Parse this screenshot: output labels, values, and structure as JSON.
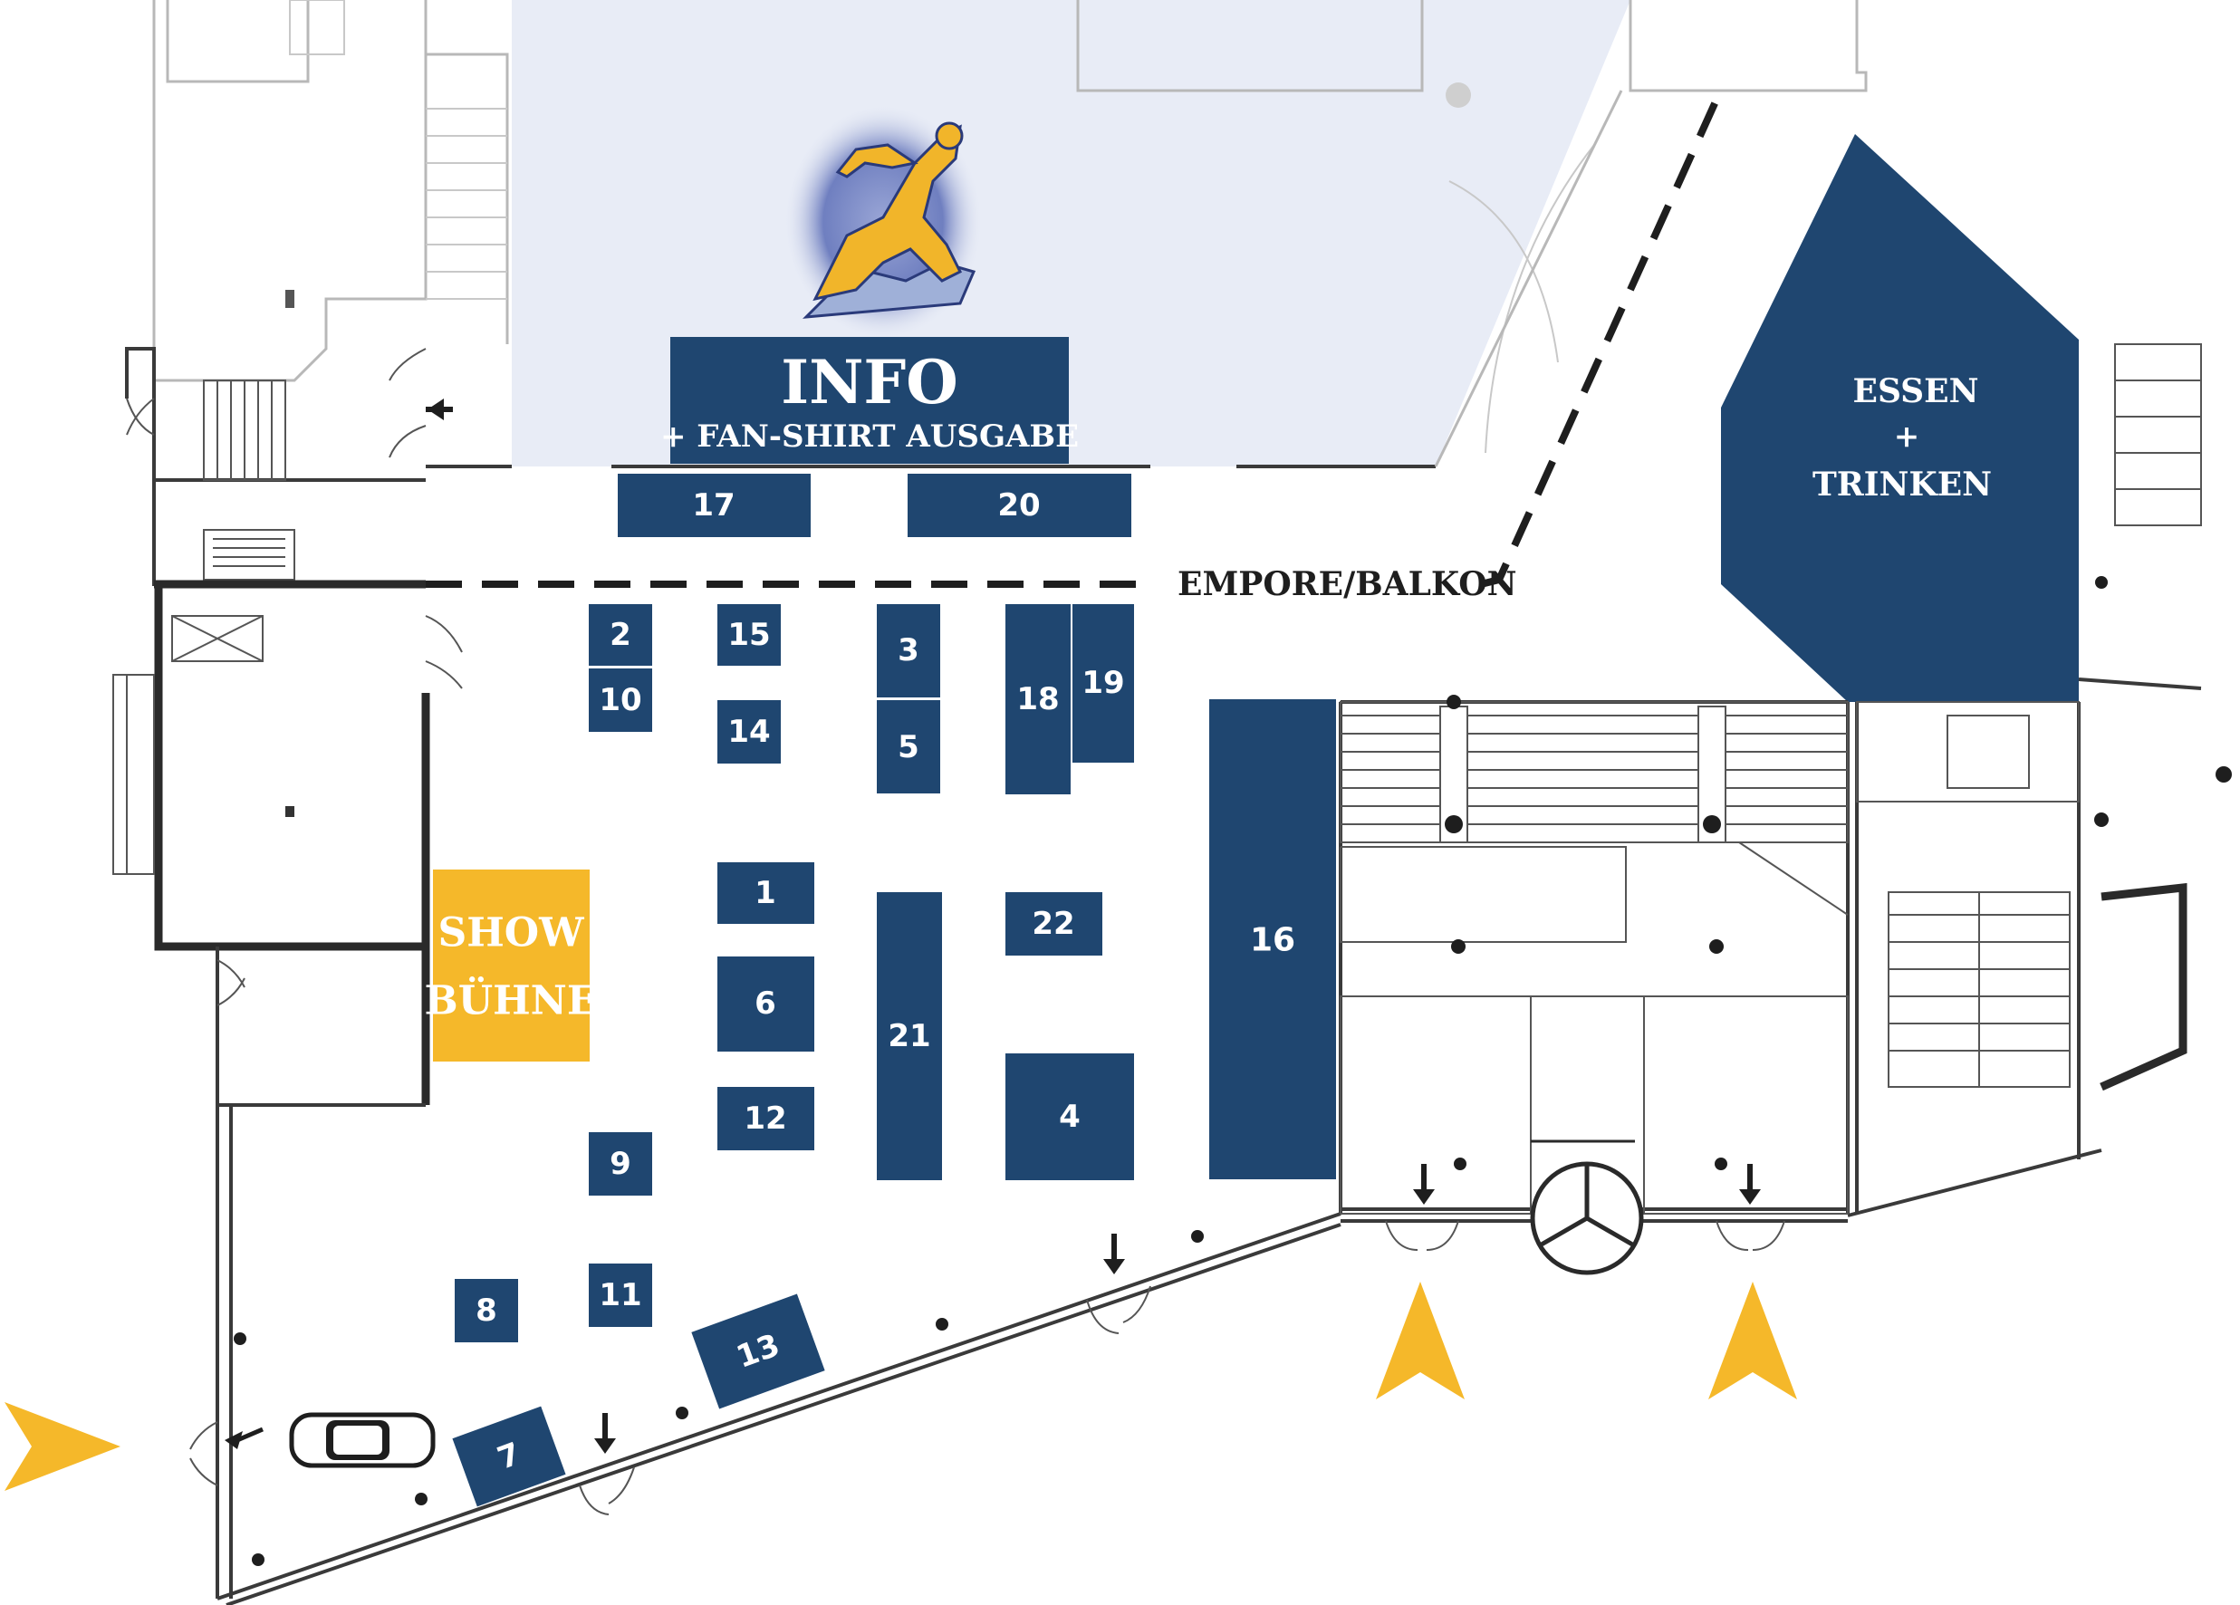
{
  "map": {
    "info_title": "INFO",
    "info_subtitle": "+ FAN-SHIRT AUSGABE",
    "food_label_1": "ESSEN",
    "food_label_2": "+",
    "food_label_3": "TRINKEN",
    "show_label_1": "SHOW",
    "show_label_2": "BÜHNE",
    "balcony_label": "EMPORE/BALKON"
  },
  "colors": {
    "booth": "#1f4670",
    "stage": "#f5b82a",
    "info_area": "#e8ecf6",
    "arrow_entrance": "#f5b82a"
  },
  "booths": [
    "1",
    "2",
    "3",
    "4",
    "5",
    "6",
    "7",
    "8",
    "9",
    "10",
    "11",
    "12",
    "13",
    "14",
    "15",
    "16",
    "17",
    "18",
    "19",
    "20",
    "21",
    "22"
  ],
  "icons": [
    "runner-logo",
    "car-icon",
    "entrance-arrow",
    "exit-arrow",
    "revolving-door"
  ]
}
